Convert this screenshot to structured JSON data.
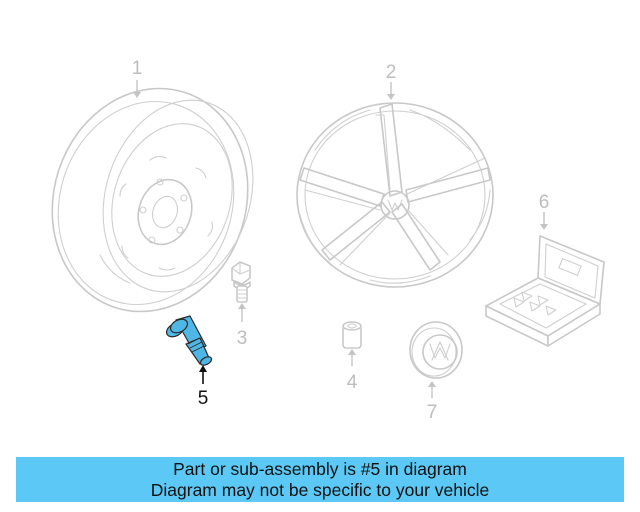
{
  "diagram": {
    "callouts": [
      {
        "id": "1",
        "label": "1"
      },
      {
        "id": "2",
        "label": "2"
      },
      {
        "id": "3",
        "label": "3"
      },
      {
        "id": "4",
        "label": "4"
      },
      {
        "id": "5",
        "label": "5"
      },
      {
        "id": "6",
        "label": "6"
      },
      {
        "id": "7",
        "label": "7"
      }
    ],
    "highlighted_part": "5",
    "highlight_color": "#4fb7e6",
    "banner_color": "#5bc8f5"
  },
  "banner": {
    "line1": "Part or sub-assembly is #5 in diagram",
    "line2": "Diagram may not be specific to your vehicle"
  }
}
